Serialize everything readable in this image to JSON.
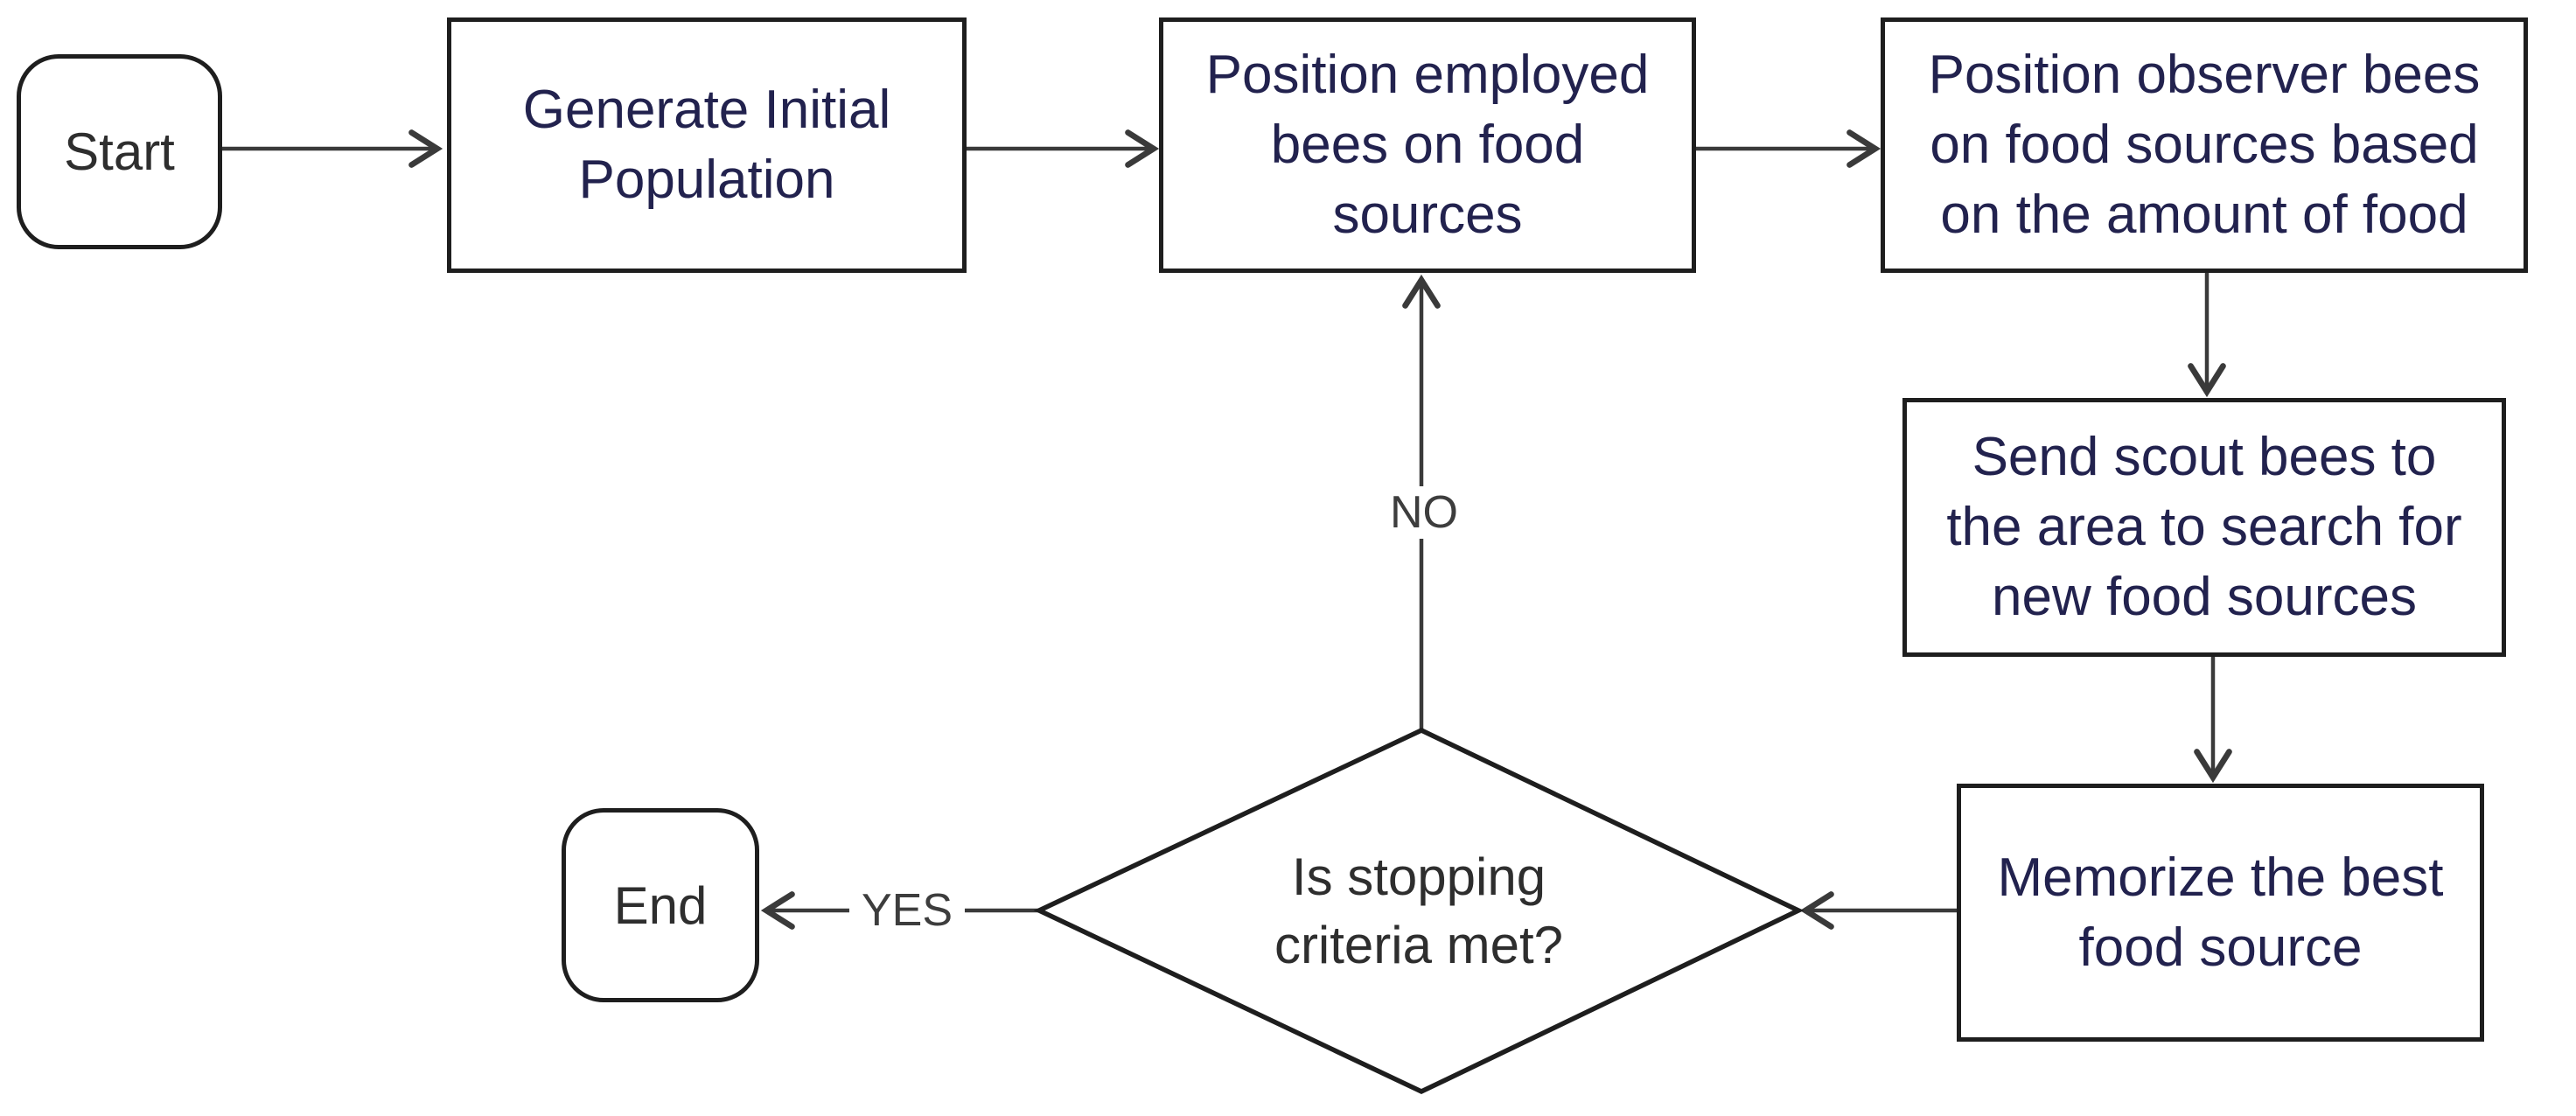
{
  "flowchart": {
    "nodes": {
      "start": {
        "label": "Start"
      },
      "generate": {
        "lines": [
          "Generate Initial",
          "Population"
        ]
      },
      "employed": {
        "lines": [
          "Position employed",
          "bees on food",
          "sources"
        ]
      },
      "observer": {
        "lines": [
          "Position observer bees",
          "on food sources based",
          "on the amount of food"
        ]
      },
      "scout": {
        "lines": [
          "Send scout bees to",
          "the area to search for",
          "new food sources"
        ]
      },
      "memorize": {
        "lines": [
          "Memorize the best",
          "food source"
        ]
      },
      "decision": {
        "lines": [
          "Is stopping",
          "criteria met?"
        ]
      },
      "end": {
        "label": "End"
      }
    },
    "edge_labels": {
      "yes": "YES",
      "no": "NO"
    },
    "colors": {
      "background": "#ffffff",
      "shape_border": "#1e1e1e",
      "process_text": "#22224e",
      "terminator_text": "#2e2e2e",
      "decision_text": "#2e2e2e",
      "edge_line": "#3a3a3a",
      "edge_label_text": "#3d3d3d"
    }
  }
}
